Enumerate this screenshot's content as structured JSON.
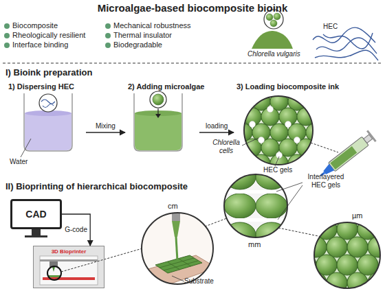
{
  "diagram": {
    "title": "Microalgae-based biocomposite bioink",
    "nodes": [
      {
        "text": [
          "1) Dispersing HEC"
        ]
      },
      {
        "text": [
          "2) Adding microalgae"
        ]
      },
      {
        "text": [
          "3) Loading biocomposite ink"
        ]
      },
      {
        "text": [
          "CAD"
        ]
      },
      {
        "text": [
          "3D Bioprinter"
        ]
      }
    ],
    "edges": [
      {
        "from": 0,
        "to": 1,
        "label": "Mixing",
        "arrow": "to"
      },
      {
        "from": 1,
        "to": 2,
        "label": "loading",
        "arrow": "to"
      },
      {
        "from": 3,
        "to": 4,
        "label": "G-code",
        "arrow": "to"
      }
    ],
    "labels": [
      "Biocomposite",
      "Rheologically resilient",
      "Interface binding",
      "Mechanical robustness",
      "Thermal insulator",
      "Biodegradable",
      "Chlorella vulgaris",
      "HEC",
      "I) Bioink preparation",
      "Water",
      "Chlorella cells",
      "HEC gels",
      "II) Bioprinting of hierarchical biocomposite",
      "cm",
      "mm",
      "µm",
      "Interlayered HEC gels",
      "Substrate"
    ]
  }
}
